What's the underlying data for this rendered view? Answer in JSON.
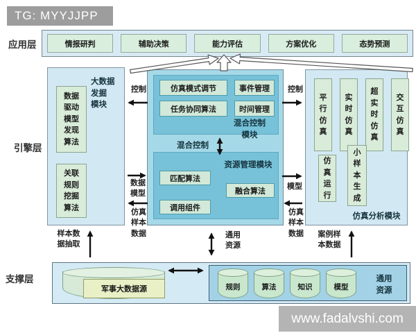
{
  "badges": {
    "tg": "TG: MYYJJPP",
    "site": "www.fadalvshi.com"
  },
  "app_layer": {
    "label": "应用层",
    "items": [
      "情报研判",
      "辅助决策",
      "能力评估",
      "方案优化",
      "态势预测"
    ]
  },
  "engine_layer": {
    "label": "引擎层",
    "bigdata_module": {
      "title": "大数据\n发掘\n模块",
      "algo1": "数据\n驱动\n模型\n发现\n算法",
      "algo2": "关联\n规则\n挖掘\n算法"
    },
    "left_flows": {
      "control": "控制",
      "data_model": "数据\n模型",
      "sim_sample": "仿真\n样本\n数据"
    },
    "center_module": {
      "hybrid_panel": {
        "item1": "仿真模式调节",
        "item2": "事件管理",
        "item3": "任务协同算法",
        "item4": "时间管理",
        "title": "混合控制\n模块"
      },
      "hybrid_control_label": "混合控制",
      "resource_panel": {
        "title": "资源管理模块",
        "item1": "匹配算法",
        "item2": "融合算法",
        "item3": "调用组件"
      }
    },
    "right_flows": {
      "control": "控制",
      "model": "模型",
      "sim_sample": "仿真\n样本\n数据"
    },
    "sim_module": {
      "col1": "平\n行\n仿\n真",
      "col2": "实\n时\n仿\n真",
      "col3": "超\n实\n时\n仿\n真",
      "col4": "交\n互\n仿\n真",
      "run": "仿\n真\n运\n行",
      "small_sample": "小\n样\n本\n生\n成",
      "title": "仿真分析模块"
    },
    "bottom_flows": {
      "sample_extract": "样本数\n据抽取",
      "common_resource": "通用\n资源",
      "case_sample": "案例样\n本数据"
    }
  },
  "support_layer": {
    "label": "支撑层",
    "military_source": "军事大数据源",
    "cylinders": [
      "规则",
      "算法",
      "知识",
      "模型"
    ],
    "common_resource": "通用\n资源"
  },
  "colors": {
    "layer_box_bg": "#d4eaf5",
    "green_box_bg": "#d9ecd9",
    "center_module_bg": "#a6d9e8",
    "sub_panel_bg": "#77c2d9",
    "cylinder_bg": "#c9e7cd",
    "military_box_bg": "#e9f0c6",
    "badge_gray": "#9d9d9d",
    "site_gray": "#b4b4b4",
    "arrow": "#111111"
  }
}
